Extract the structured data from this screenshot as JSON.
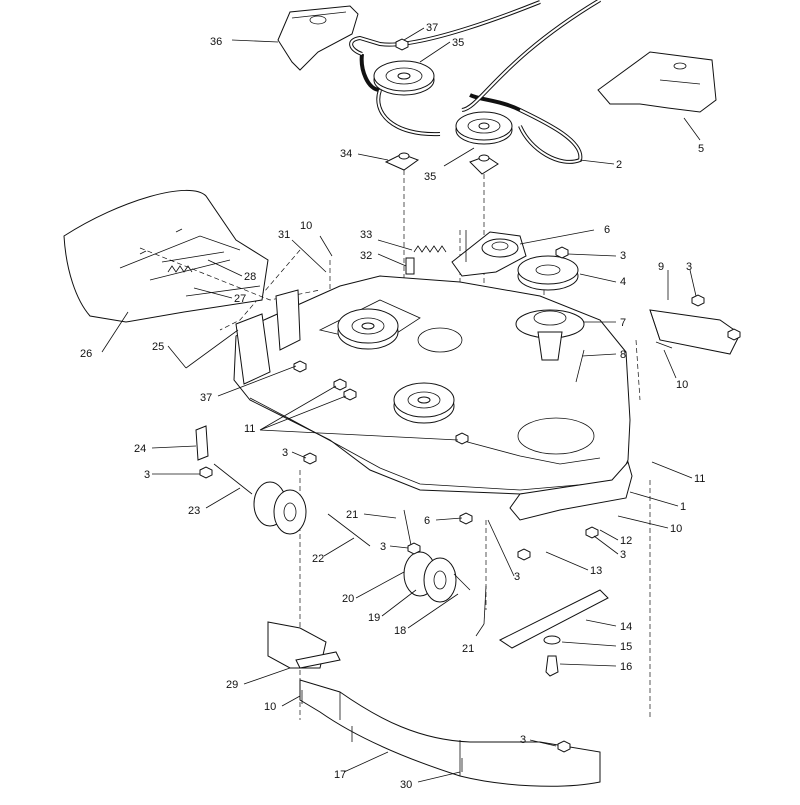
{
  "diagram": {
    "callouts": [
      {
        "id": "c36",
        "label": "36"
      },
      {
        "id": "c37a",
        "label": "37"
      },
      {
        "id": "c35a",
        "label": "35"
      },
      {
        "id": "c34",
        "label": "34"
      },
      {
        "id": "c35b",
        "label": "35"
      },
      {
        "id": "c2",
        "label": "2"
      },
      {
        "id": "c5",
        "label": "5"
      },
      {
        "id": "c10a",
        "label": "10"
      },
      {
        "id": "c31",
        "label": "31"
      },
      {
        "id": "c33",
        "label": "33"
      },
      {
        "id": "c6a",
        "label": "6"
      },
      {
        "id": "c3a",
        "label": "3"
      },
      {
        "id": "c32",
        "label": "32"
      },
      {
        "id": "c28",
        "label": "28"
      },
      {
        "id": "c4",
        "label": "4"
      },
      {
        "id": "c9",
        "label": "9"
      },
      {
        "id": "c3b",
        "label": "3"
      },
      {
        "id": "c27",
        "label": "27"
      },
      {
        "id": "c7",
        "label": "7"
      },
      {
        "id": "c26",
        "label": "26"
      },
      {
        "id": "c25",
        "label": "25"
      },
      {
        "id": "c8",
        "label": "8"
      },
      {
        "id": "c10b",
        "label": "10"
      },
      {
        "id": "c37b",
        "label": "37"
      },
      {
        "id": "c11a",
        "label": "11"
      },
      {
        "id": "c24",
        "label": "24"
      },
      {
        "id": "c3c",
        "label": "3"
      },
      {
        "id": "c3d",
        "label": "3"
      },
      {
        "id": "c11b",
        "label": "11"
      },
      {
        "id": "c1",
        "label": "1"
      },
      {
        "id": "c23",
        "label": "23"
      },
      {
        "id": "c21a",
        "label": "21"
      },
      {
        "id": "c6b",
        "label": "6"
      },
      {
        "id": "c10c",
        "label": "10"
      },
      {
        "id": "c12",
        "label": "12"
      },
      {
        "id": "c3e",
        "label": "3"
      },
      {
        "id": "c22",
        "label": "22"
      },
      {
        "id": "c3f",
        "label": "3"
      },
      {
        "id": "c3g",
        "label": "3"
      },
      {
        "id": "c13",
        "label": "13"
      },
      {
        "id": "c20",
        "label": "20"
      },
      {
        "id": "c19",
        "label": "19"
      },
      {
        "id": "c18",
        "label": "18"
      },
      {
        "id": "c14",
        "label": "14"
      },
      {
        "id": "c15",
        "label": "15"
      },
      {
        "id": "c21b",
        "label": "21"
      },
      {
        "id": "c16",
        "label": "16"
      },
      {
        "id": "c29",
        "label": "29"
      },
      {
        "id": "c10d",
        "label": "10"
      },
      {
        "id": "c3h",
        "label": "3"
      },
      {
        "id": "c17",
        "label": "17"
      },
      {
        "id": "c30",
        "label": "30"
      }
    ]
  }
}
